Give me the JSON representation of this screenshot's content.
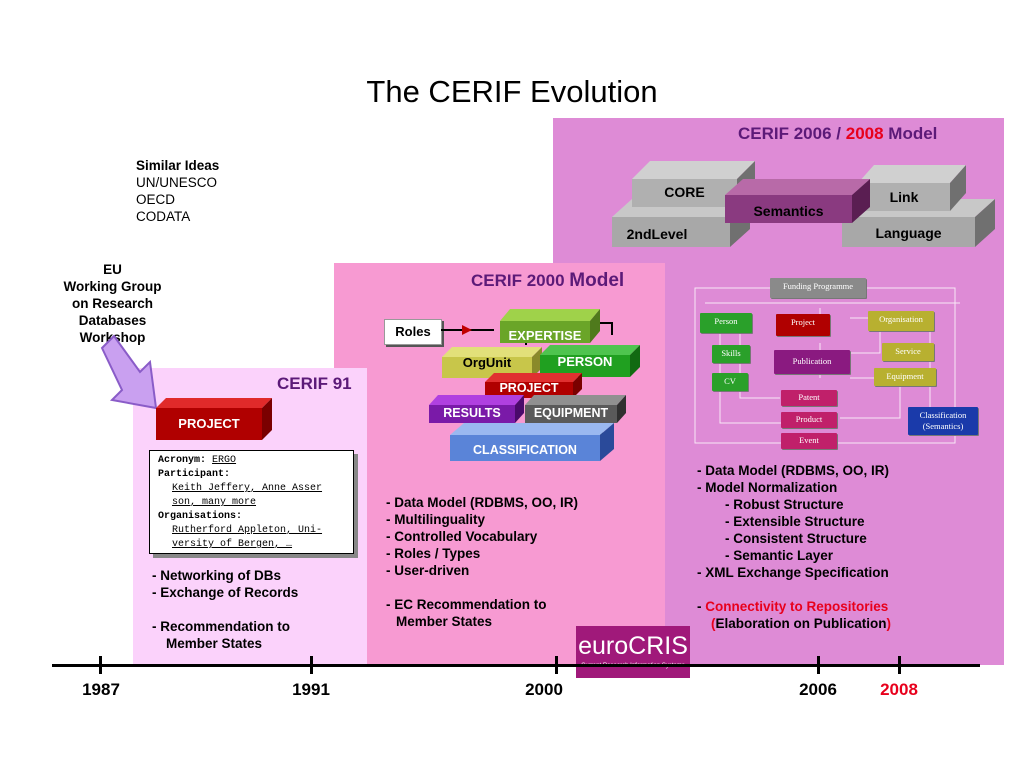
{
  "title": "The CERIF Evolution",
  "similar": {
    "heading": "Similar Ideas",
    "items": [
      "UN/UNESCO",
      "OECD",
      "CODATA"
    ]
  },
  "eu_group": [
    "EU",
    "Working Group",
    "on Research",
    "Databases",
    "Workshop"
  ],
  "cerif91": {
    "title": "CERIF 91",
    "block": "PROJECT",
    "card": {
      "acronym_label": "Acronym:",
      "acronym_value": "ERGO",
      "participant_label": "Participant:",
      "participant_lines": [
        "Keith Jeffery, Anne Asser",
        "son, many more"
      ],
      "org_label": "Organisations:",
      "org_lines": [
        "Rutherford Appleton, Uni-",
        "versity of Bergen, …"
      ]
    },
    "bullets": [
      "Networking of DBs",
      "Exchange of Records",
      "Recommendation to",
      "Member States"
    ]
  },
  "cerif2000": {
    "title_a": "CERIF 2000",
    "title_b": "Model",
    "roles": "Roles",
    "blocks": {
      "expertise": "EXPERTISE",
      "orgunit": "OrgUnit",
      "person": "PERSON",
      "project": "PROJECT",
      "results": "RESULTS",
      "equipment": "EQUIPMENT",
      "classification": "CLASSIFICATION"
    },
    "bullets": [
      "Data Model (RDBMS, OO, IR)",
      "Multilinguality",
      "Controlled Vocabulary",
      "Roles / Types",
      "User-driven",
      "EC Recommendation to",
      "Member States"
    ]
  },
  "cerif2006": {
    "title_a": "CERIF 2006 /",
    "title_b": "2008",
    "title_c": "Model",
    "blocks": {
      "core": "CORE",
      "semantics": "Semantics",
      "link": "Link",
      "second": "2ndLevel",
      "language": "Language"
    },
    "mini": {
      "funding": "Funding Programme",
      "person": "Person",
      "project": "Project",
      "organisation": "Organisation",
      "skills": "Skills",
      "publication": "Publication",
      "service": "Service",
      "cv": "CV",
      "equipment": "Equipment",
      "patent": "Patent",
      "product": "Product",
      "event": "Event",
      "classification_a": "Classification",
      "classification_b": "(Semantics)"
    },
    "bullets": [
      "Data Model (RDBMS, OO, IR)",
      "Model Normalization",
      "Robust Structure",
      "Extensible Structure",
      "Consistent Structure",
      "Semantic Layer",
      "XML Exchange Specification",
      "Connectivity to Repositories",
      "(",
      "Elaboration on Publication",
      ")"
    ]
  },
  "eurocris": {
    "euro": "euro",
    "cris": "CRIS",
    "tagline": "Current Research Information Systems"
  },
  "timeline": [
    "1987",
    "1991",
    "2000",
    "2006",
    "2008"
  ],
  "colors": {
    "accent_red": "#e8001c",
    "purple_title": "#5c1a78",
    "highlight_year": "#e8001c"
  }
}
